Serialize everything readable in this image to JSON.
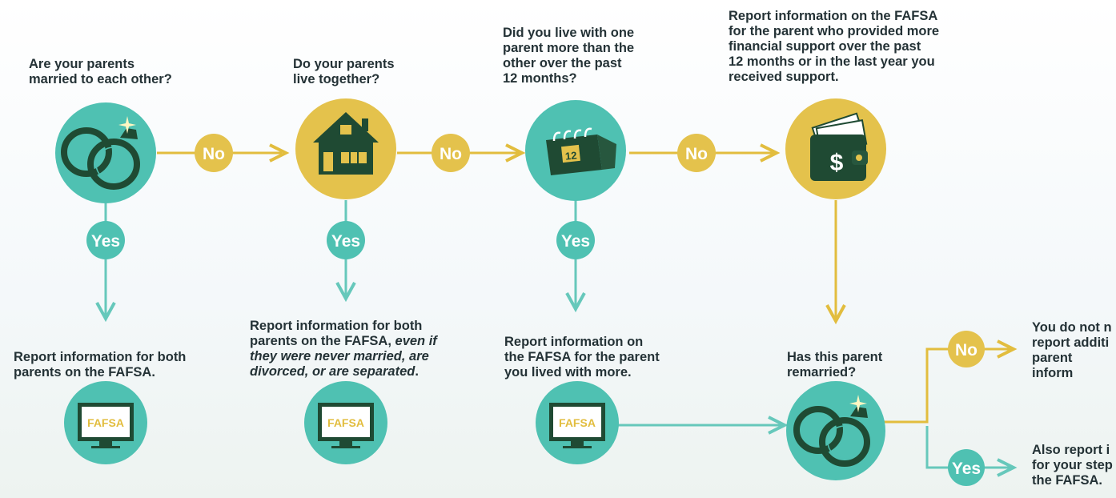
{
  "colors": {
    "teal": "#4fc1b2",
    "gold": "#e4c24c",
    "dark_green": "#1f4a33",
    "arrow_gold": "#e2bd3e",
    "arrow_teal": "#66c8bb",
    "text": "#243236"
  },
  "questions": {
    "q1": "Are your parents\nmarried to each other?",
    "q2": "Do your parents\nlive together?",
    "q3": "Did you live with one\nparent more than the\nother over the past\n12 months?",
    "q4": "Report information on the FAFSA\nfor the parent who provided more\nfinancial support over the past\n12 months or in the last year you\nreceived support.",
    "q5": "Has this parent\nremarried?"
  },
  "results": {
    "r1": "Report information for both\nparents on the FAFSA.",
    "r2_plain": "Report information for both\nparents on the FAFSA, ",
    "r2_italic": "even if\nthey were never married, are\ndivorced, or are separated",
    "r2_end": ".",
    "r3": "Report information on\nthe FAFSA for the parent\nyou lived with more.",
    "r4": "You do not n\nreport additi\nparent inform",
    "r5": "Also report i\nfor your step\nthe FAFSA."
  },
  "badges": {
    "no": "No",
    "yes": "Yes"
  },
  "icons": {
    "screen_label": "FAFSA",
    "calendar_day": "12",
    "wallet_symbol": "$"
  }
}
